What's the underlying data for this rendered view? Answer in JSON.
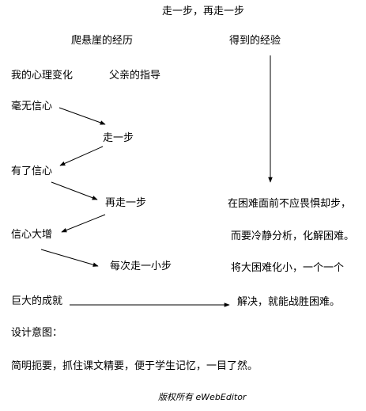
{
  "title": "走一步，再走一步",
  "left_heading": "爬悬崖的经历",
  "right_heading": "得到的经验",
  "col_mind": "我的心理变化",
  "col_father": "父亲的指导",
  "mind_steps": [
    "毫无信心",
    "有了信心",
    "信心大增",
    "巨大的成就"
  ],
  "father_steps": [
    "走一步",
    "再走一步",
    "每次走一小步"
  ],
  "lessons": [
    "在困难面前不应畏惧却步，",
    "而要冷静分析，化解困难。",
    "将大困难化小，一个一个",
    "解决，就能战胜困难。"
  ],
  "design_heading": "设计意图：",
  "design_text": "简明扼要，抓住课文精要，便于学生记忆，一目了然。",
  "footer": "版权所有 eWebEditor"
}
